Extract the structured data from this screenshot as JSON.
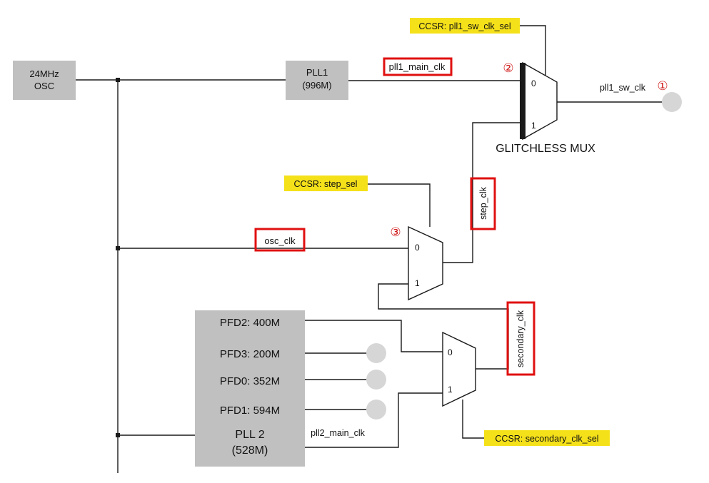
{
  "blocks": {
    "osc": {
      "line1": "24MHz",
      "line2": "OSC"
    },
    "pll1": {
      "line1": "PLL1",
      "line2": "(996M)"
    },
    "pll2": {
      "pfd2": "PFD2: 400M",
      "pfd3": "PFD3: 200M",
      "pfd0": "PFD0: 352M",
      "pfd1": "PFD1: 594M",
      "line1": "PLL 2",
      "line2": "(528M)"
    }
  },
  "ccsr_labels": {
    "pll1_sw_clk_sel": "CCSR: pll1_sw_clk_sel",
    "step_sel": "CCSR: step_sel",
    "secondary_clk_sel": "CCSR: secondary_clk_sel"
  },
  "signals": {
    "pll1_main_clk": "pll1_main_clk",
    "pll1_sw_clk": "pll1_sw_clk",
    "osc_clk": "osc_clk",
    "step_clk": "step_clk",
    "secondary_clk": "secondary_clk",
    "pll2_main_clk": "pll2_main_clk"
  },
  "mux_labels": {
    "glitchless_mux": "GLITCHLESS MUX",
    "in0": "0",
    "in1": "1"
  },
  "markers": {
    "one": "①",
    "two": "②",
    "three": "③"
  },
  "colors": {
    "block_gray": "#c0c0c0",
    "ccsr_yellow": "#f5e11a",
    "highlight_red": "#e01010",
    "output_dot": "#d6d6d6"
  }
}
